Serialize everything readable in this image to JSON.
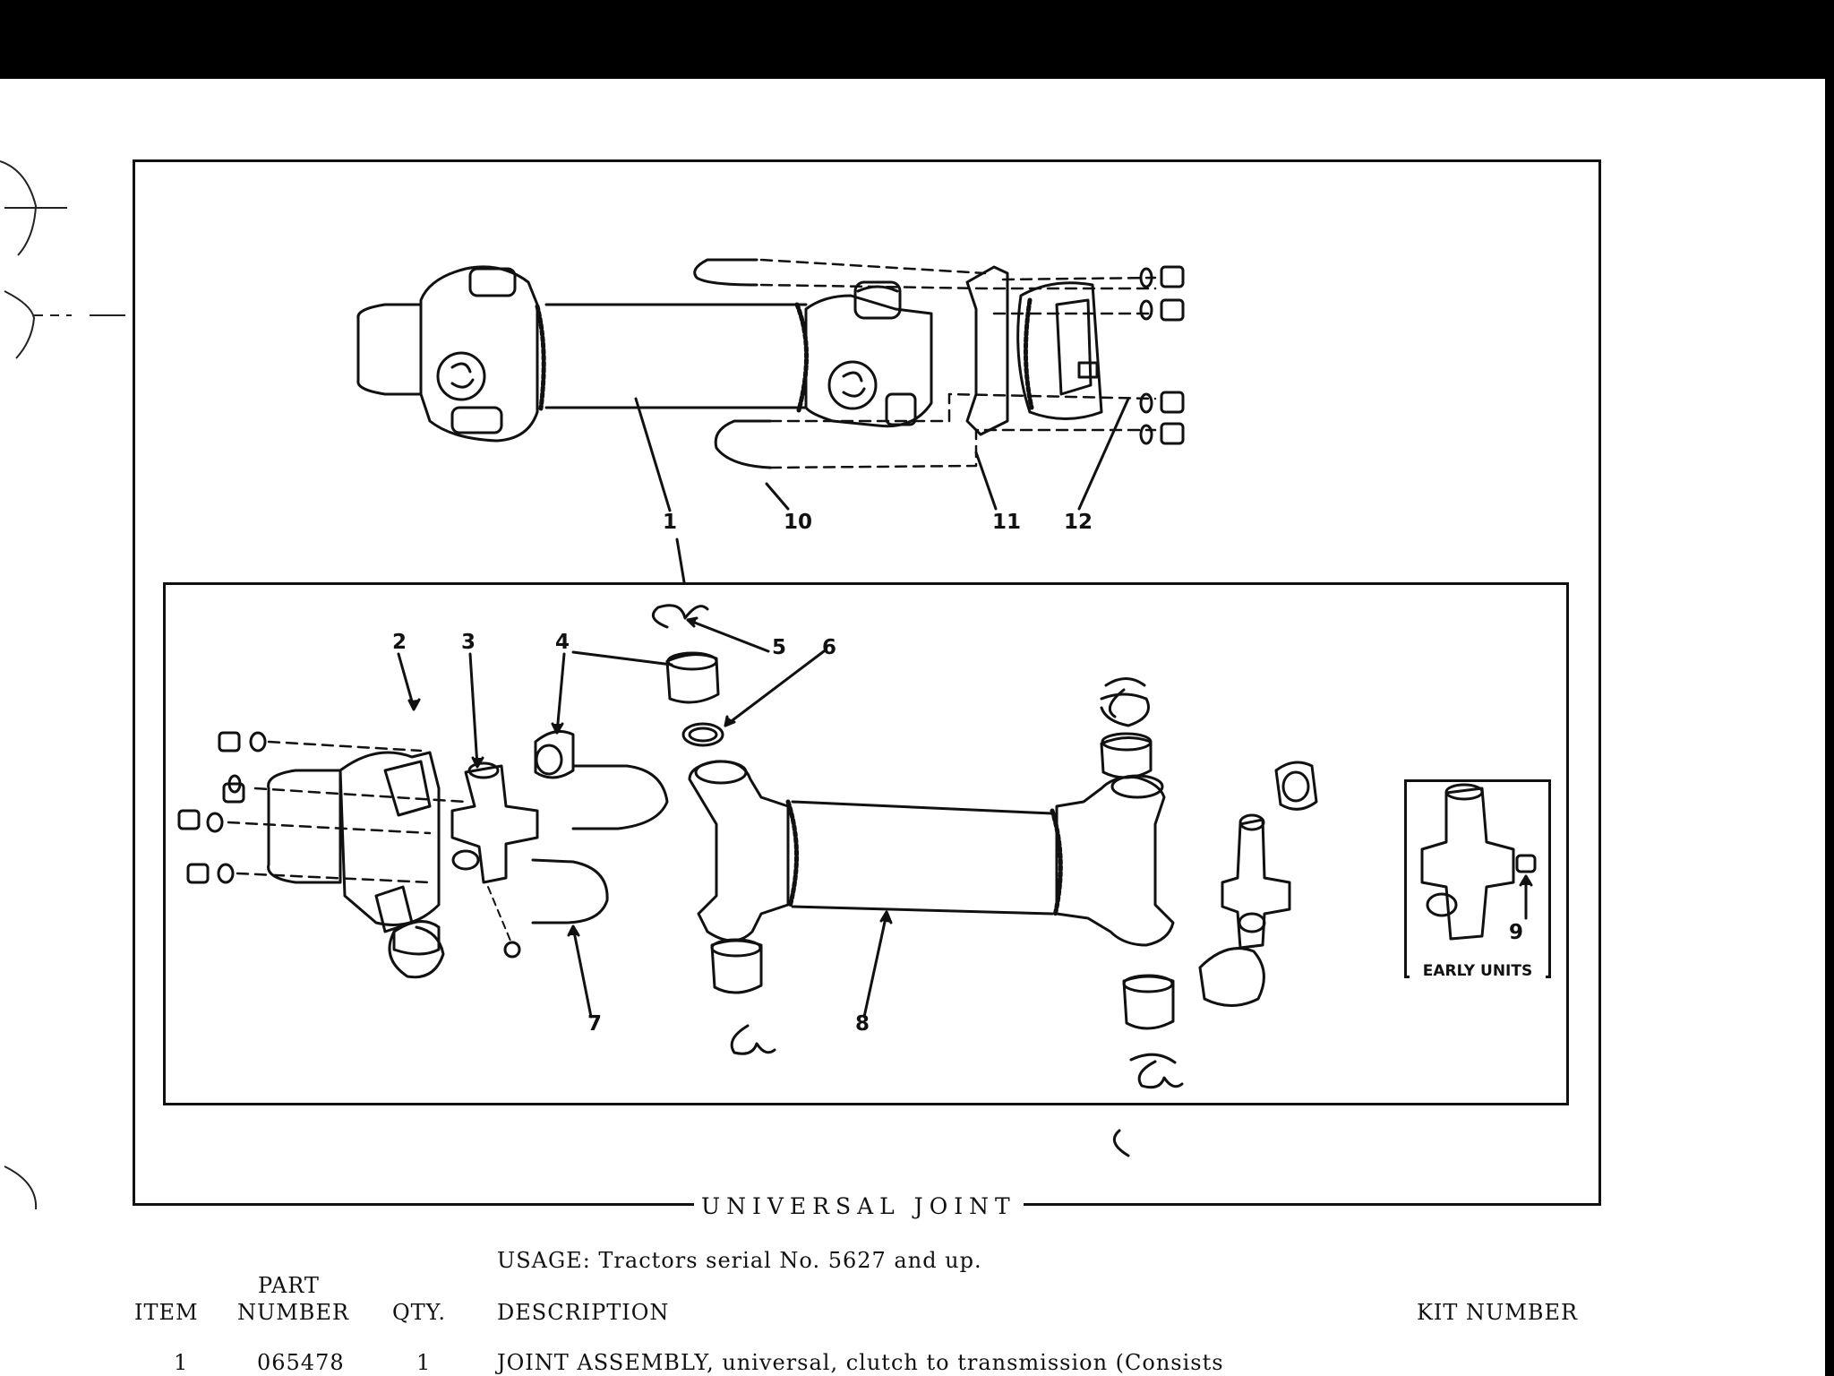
{
  "figure": {
    "title": "UNIVERSAL JOINT",
    "inset_label": "EARLY UNITS",
    "callouts": [
      "1",
      "2",
      "3",
      "4",
      "5",
      "6",
      "7",
      "8",
      "9",
      "10",
      "11",
      "12"
    ]
  },
  "usage": {
    "text": "USAGE:  Tractors serial No. 5627 and up."
  },
  "table": {
    "headers": {
      "item": "ITEM",
      "part_number_line1": "PART",
      "part_number_line2": "NUMBER",
      "qty": "QTY.",
      "description": "DESCRIPTION",
      "kit_number": "KIT NUMBER"
    },
    "rows": [
      {
        "item": "1",
        "part_number": "065478",
        "qty": "1",
        "description": "JOINT ASSEMBLY, universal, clutch to transmission (Consists"
      }
    ]
  },
  "colors": {
    "ink": "#111111",
    "paper": "#ffffff"
  }
}
